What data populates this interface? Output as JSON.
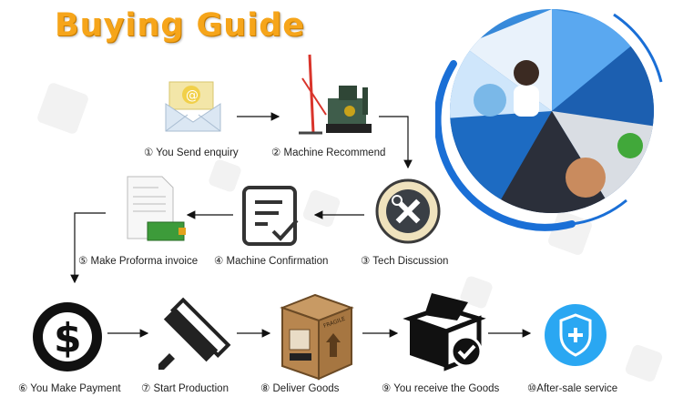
{
  "title": "Buying Guide",
  "steps": [
    {
      "label": "① You Send enquiry"
    },
    {
      "label": "② Machine Recommend"
    },
    {
      "label": "③ Tech Discussion"
    },
    {
      "label": "④ Machine Confirmation"
    },
    {
      "label": "⑤ Make Proforma invoice"
    },
    {
      "label": "⑥ You Make Payment"
    },
    {
      "label": "⑦ Start Production"
    },
    {
      "label": "⑧  Deliver Goods"
    },
    {
      "label": "⑨ You receive the Goods"
    },
    {
      "label": "⑩After-sale service"
    }
  ],
  "icons": [
    "envelope-icon",
    "drill-rig-icon",
    "tools-badge-icon",
    "checklist-icon",
    "invoice-icon",
    "dollar-icon",
    "pencil-ruler-icon",
    "cardboard-box-icon",
    "received-box-icon",
    "shield-plus-icon"
  ],
  "box_stamp": "FRAGILE",
  "colors": {
    "title": "#f6a51a",
    "accent_blue": "#1a6fd6",
    "arrow": "#111111",
    "service_blue": "#2aa7f2"
  }
}
